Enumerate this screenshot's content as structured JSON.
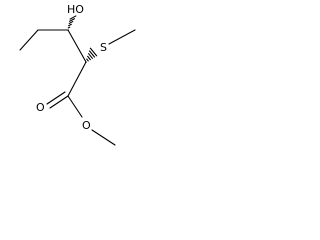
{
  "structure": {
    "atoms": {
      "hydroxyl": "HO",
      "thioether_sulfur": "S",
      "carbonyl_oxygen": "O",
      "ester_oxygen": "O"
    },
    "colors": {
      "ink": "#000000",
      "background": "#ffffff"
    }
  }
}
